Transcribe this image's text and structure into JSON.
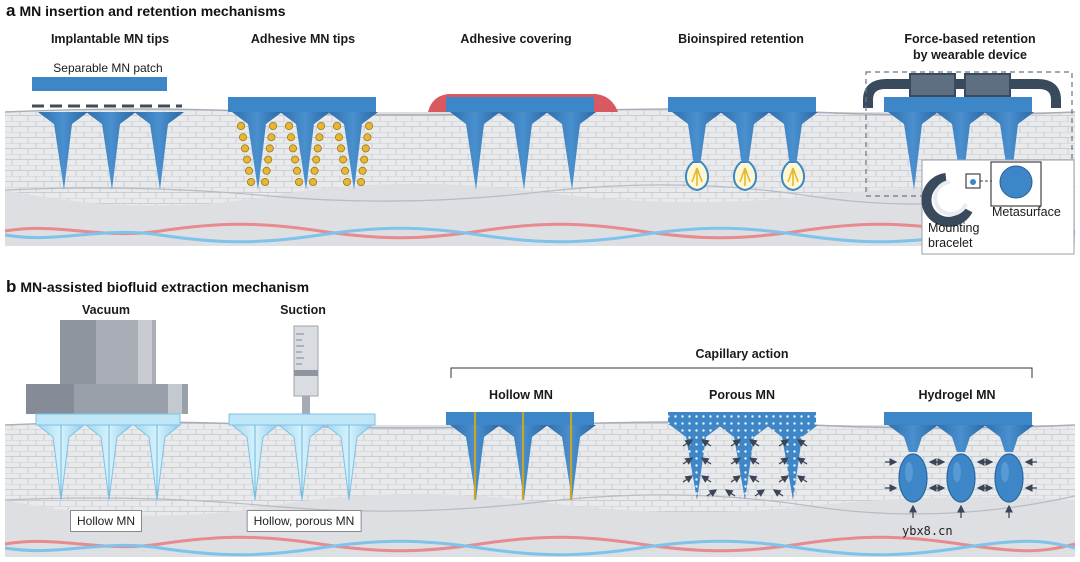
{
  "panel_a": {
    "letter": "a",
    "title": "MN insertion and retention mechanisms",
    "labels": {
      "implantable": "Implantable MN tips",
      "adhesive_tips": "Adhesive MN tips",
      "adhesive_covering": "Adhesive covering",
      "bioinspired": "Bioinspired retention",
      "force_based_1": "Force-based retention",
      "force_based_2": "by wearable device"
    },
    "separable_patch": "Separable MN patch",
    "mounting_1": "Mounting",
    "mounting_2": "bracelet",
    "metasurface": "Metasurface"
  },
  "panel_b": {
    "letter": "b",
    "title": "MN-assisted biofluid extraction mechanism",
    "labels": {
      "vacuum": "Vacuum",
      "suction": "Suction",
      "capillary": "Capillary action",
      "hollow": "Hollow MN",
      "porous": "Porous MN",
      "hydrogel": "Hydrogel MN"
    },
    "box_hollow": "Hollow MN",
    "box_hollow_porous": "Hollow, porous MN"
  },
  "watermark": "ybx8.cn",
  "colors": {
    "mn_blue": "#3b7fc0",
    "mn_light": "#bfe6f7",
    "skin": "#e7e8ea",
    "cell_line": "#c9cbd0",
    "red_line": "#e88a8e",
    "blue_line": "#7ec3ea",
    "gold": "#e7b734",
    "adhesive_red": "#d8595f",
    "device_dark": "#394a5d",
    "device_grey": "#8e98a6"
  }
}
